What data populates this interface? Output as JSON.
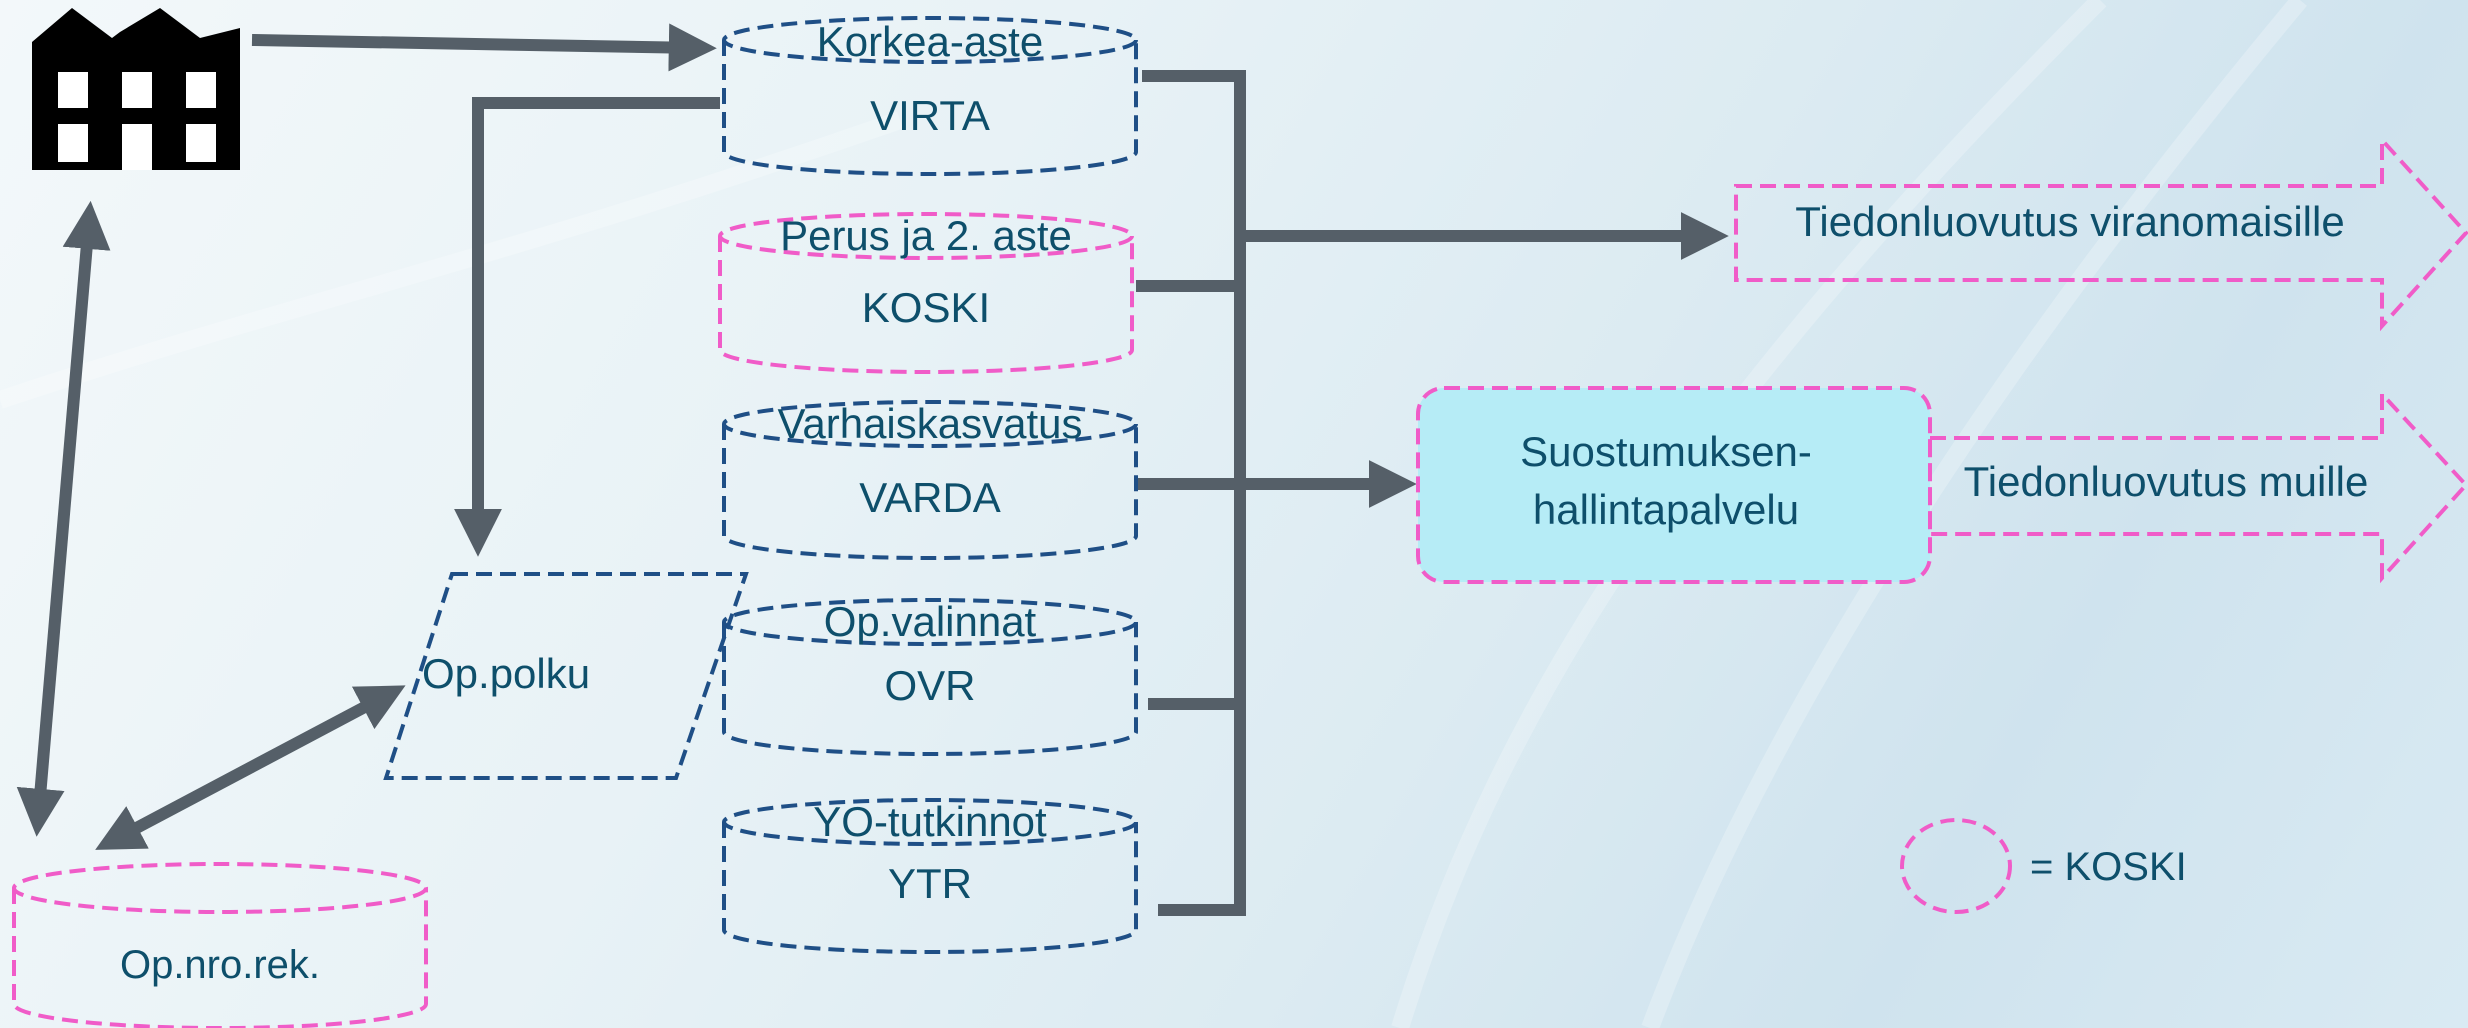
{
  "databases": [
    {
      "title": "Korkea-aste",
      "name": "VIRTA",
      "koski": false
    },
    {
      "title": "Perus ja 2. aste",
      "name": "KOSKI",
      "koski": true
    },
    {
      "title": "Varhaiskasvatus",
      "name": "VARDA",
      "koski": false
    },
    {
      "title": "Op.valinnat",
      "name": "OVR",
      "koski": false
    },
    {
      "title": "YO-tutkinnot",
      "name": "YTR",
      "koski": false
    }
  ],
  "registry": {
    "name": "Op.nro.rek."
  },
  "path": {
    "name": "Op.polku"
  },
  "consent_service": {
    "line1": "Suostumuksen-",
    "line2": "hallintapalvelu"
  },
  "outputs": {
    "authorities": "Tiedonluovutus viranomaisille",
    "others": "Tiedonluovutus muille"
  },
  "legend": {
    "label": "= KOSKI"
  },
  "colors": {
    "koski_pink": "#f05cc8",
    "db_blue": "#1f4f86",
    "arrow_gray": "#555f68",
    "consent_fill": "#b6ecf6",
    "text": "#0e4f6b"
  },
  "icons": {
    "school": "school-building-icon"
  }
}
